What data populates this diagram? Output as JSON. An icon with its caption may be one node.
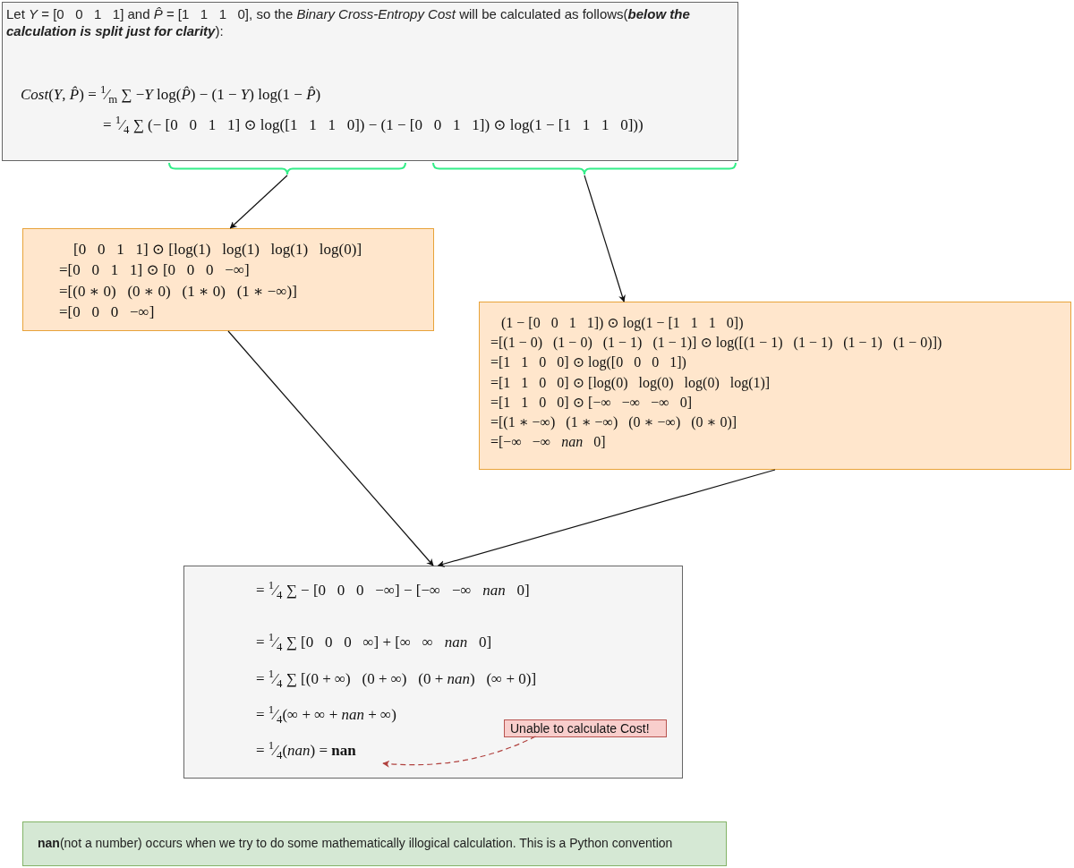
{
  "diagram": {
    "nodes": [
      {
        "text": [
          "Let *Y* = [0   0   1   1] and *P̂* = [1   1   1   0], so the *Binary Cross-Entropy Cost* will be calculated as follows(**below the calculation is split just for clarity**):",
          "*Cost*(*Y*, *P̂*) = $^{1}$⁄$_{m}$ ∑ −*Y* log(*P̂*) − (1 − *Y*) log(1 − *P̂*)",
          "= $^{1}$⁄$_{4}$ ∑ (− [0   0   1   1] ⊙ log([1   1   1   0]) − (1 − [0   0   1   1]) ⊙ log(1 − [1   1   1   0]))"
        ]
      },
      {
        "text": [],
        "shape": "brace"
      },
      {
        "text": [],
        "shape": "brace"
      },
      {
        "text": [
          "[0   0   1   1] ⊙ [log(1)   log(1)   log(1)   log(0)]",
          "=[0   0   1   1] ⊙ [0   0   0   −∞]",
          "=[(0 ∗ 0)   (0 ∗ 0)   (1 ∗ 0)   (1 ∗ −∞)]",
          "=[0   0   0   −∞]"
        ]
      },
      {
        "text": [
          "(1 − [0   0   1   1]) ⊙ log(1 − [1   1   1   0])",
          "=[(1 − 0)   (1 − 0)   (1 − 1)   (1 − 1)] ⊙ log([(1 − 1)   (1 − 1)   (1 − 1)   (1 − 0)])",
          "=[1   1   0   0] ⊙ log([0   0   0   1])",
          "=[1   1   0   0] ⊙ [log(0)   log(0)   log(0)   log(1)]",
          "=[1   1   0   0] ⊙ [−∞   −∞   −∞   0]",
          "=[(1 ∗ −∞)   (1 ∗ −∞)   (0 ∗ −∞)   (0 ∗ 0)]",
          "=[−∞   −∞   *nan*   0]"
        ]
      },
      {
        "text": [
          "= $^{1}$⁄$_{4}$ ∑ − [0   0   0   −∞] − [−∞   −∞   *nan*   0]",
          "= $^{1}$⁄$_{4}$ ∑ [0   0   0   ∞] + [∞   ∞   *nan*   0]",
          "= $^{1}$⁄$_{4}$ ∑ [(0 + ∞)   (0 + ∞)   (0 + *nan*)   (∞ + 0)]",
          "= $^{1}$⁄$_{4}$(∞ + ∞ + *nan* + ∞)",
          "= $^{1}$⁄$_{4}$(*nan*) = **nan**"
        ]
      },
      {
        "text": [
          "Unable to calculate Cost!"
        ],
        "in": 5
      },
      {
        "text": [
          "**nan**(not a number) occurs when we try to do some mathematically illogical calculation. This is a Python convention"
        ]
      }
    ],
    "edges": [
      {
        "from": 1,
        "to": 3,
        "arrow": "to"
      },
      {
        "from": 2,
        "to": 4,
        "arrow": "to"
      },
      {
        "from": 3,
        "to": 5,
        "arrow": "to"
      },
      {
        "from": 4,
        "to": 5,
        "arrow": "to"
      },
      {
        "from": 6,
        "to": null,
        "arrow": "to",
        "style": "dashed",
        "color": "#b0413e"
      }
    ]
  }
}
